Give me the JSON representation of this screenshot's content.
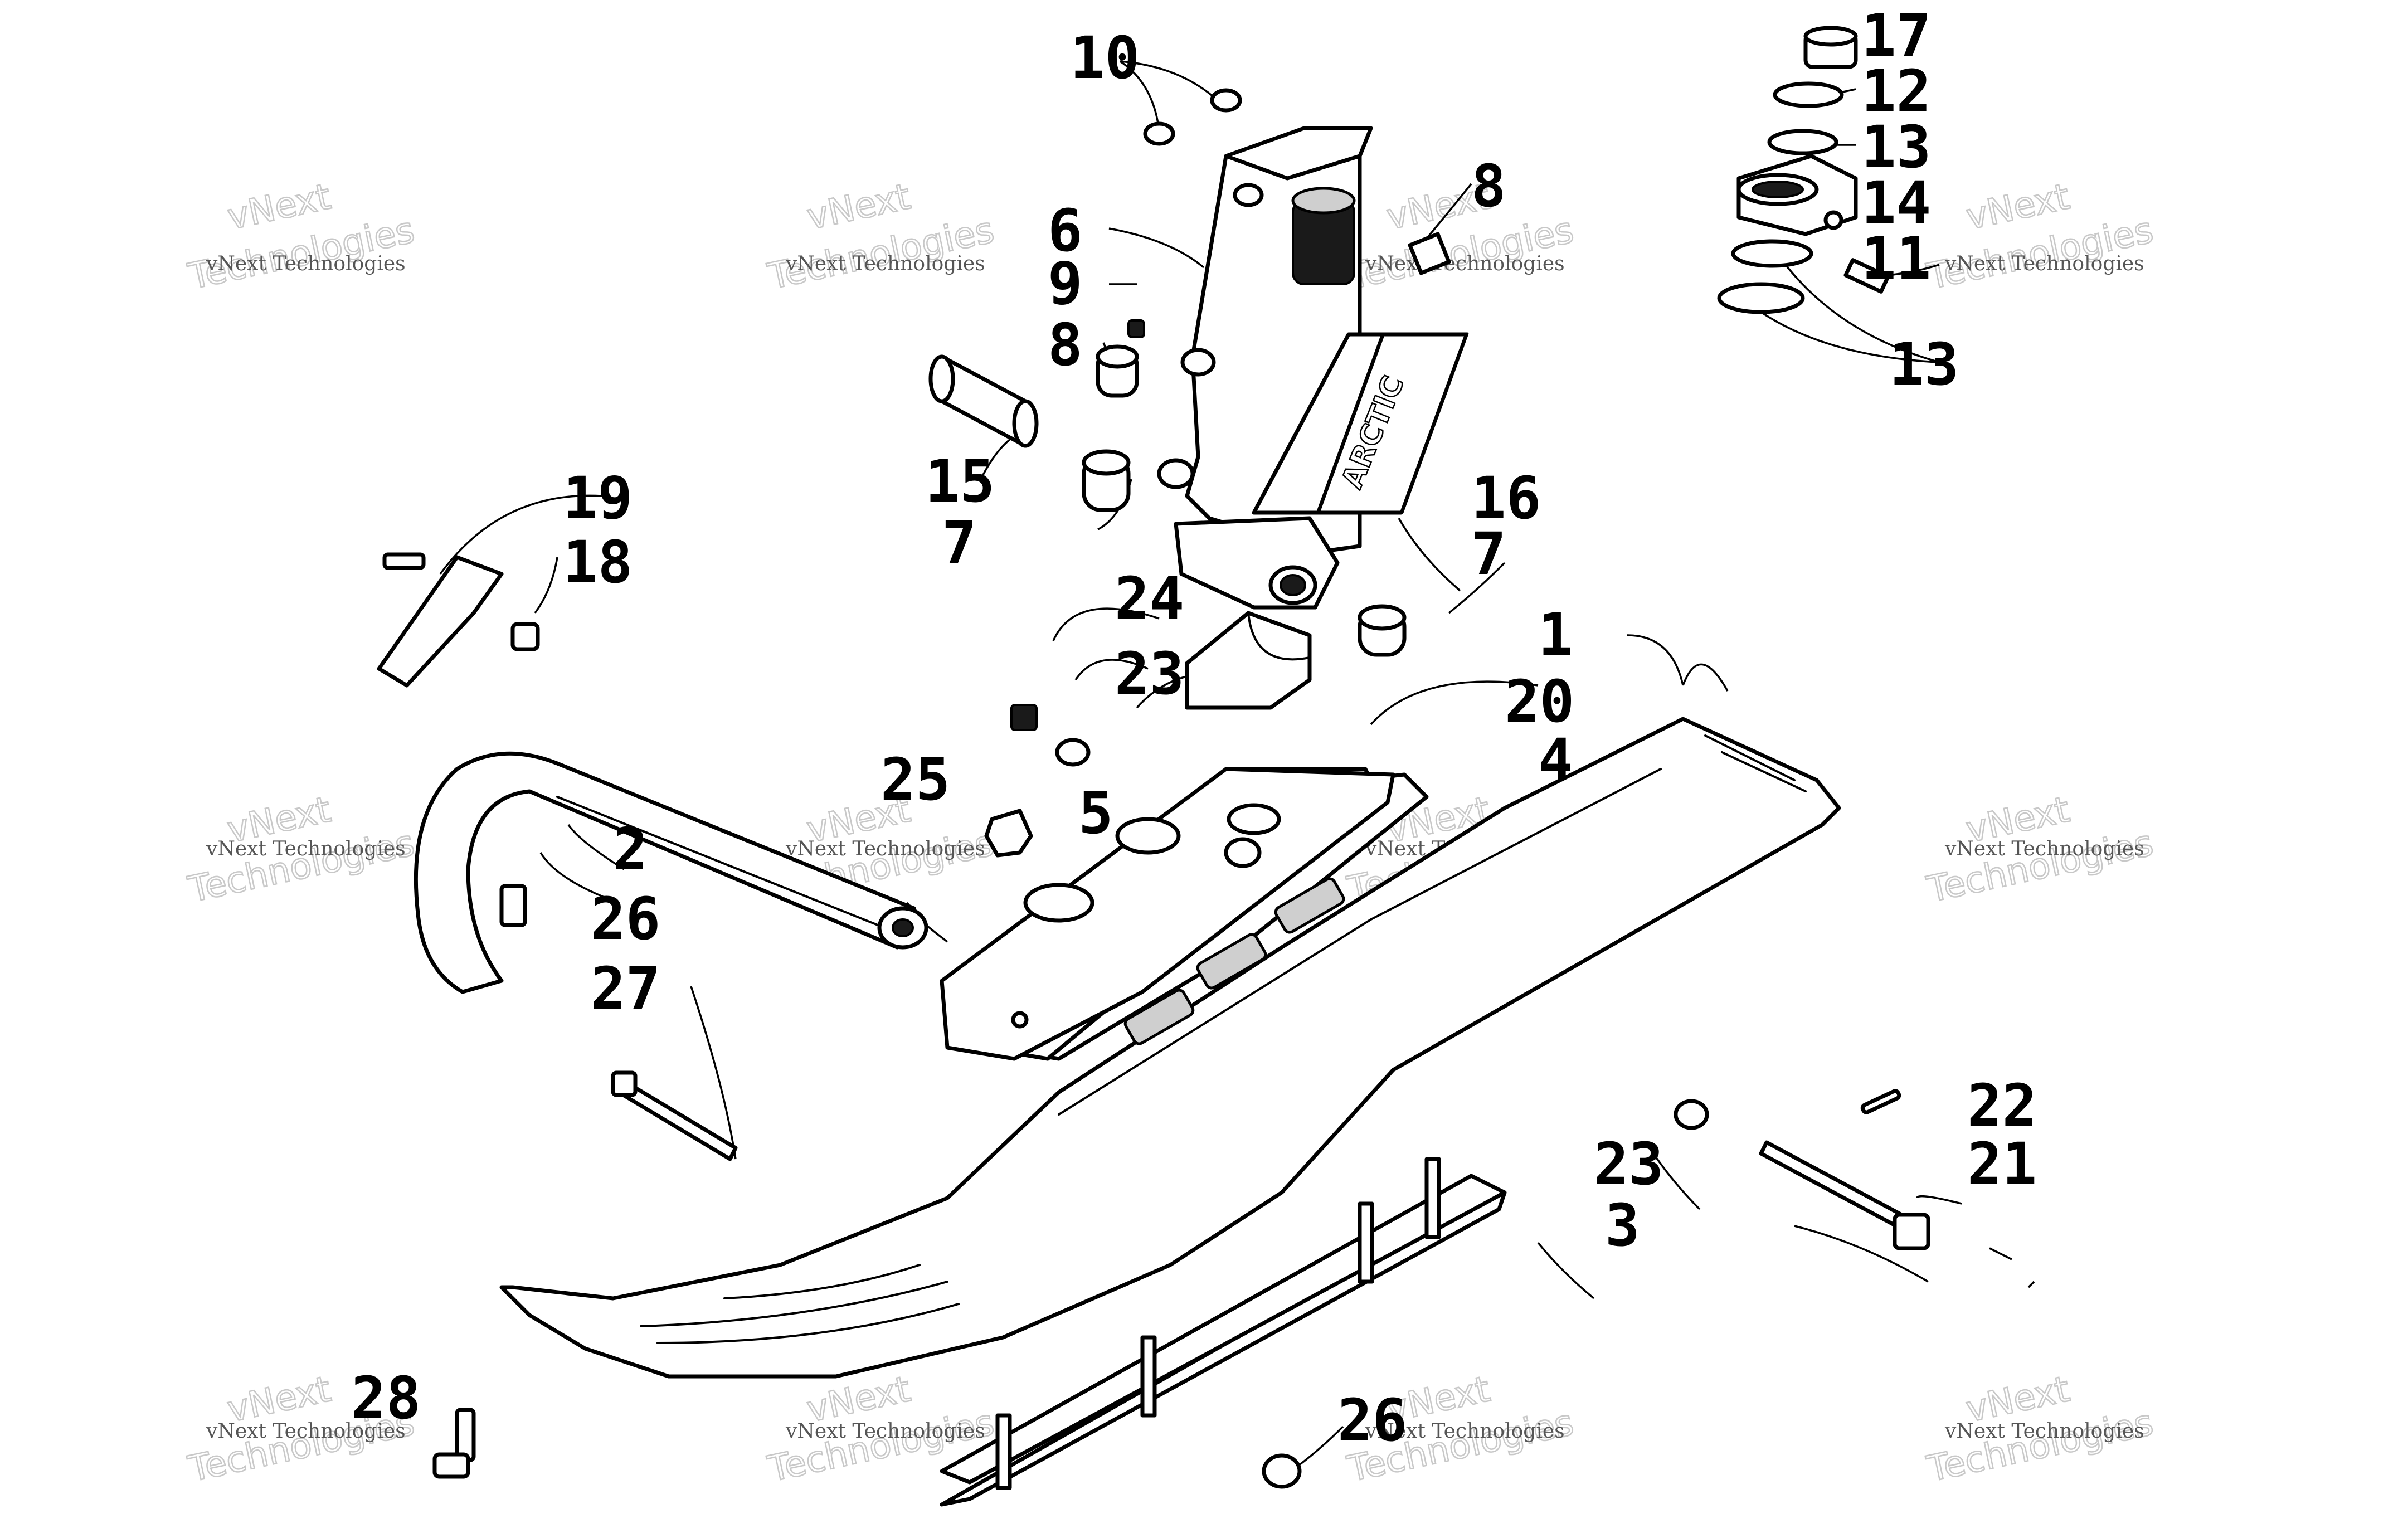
{
  "diagram": {
    "callouts": [
      "10",
      "17",
      "12",
      "13",
      "8",
      "14",
      "6",
      "11",
      "9",
      "13",
      "8",
      "19",
      "18",
      "15",
      "16",
      "7",
      "7",
      "24",
      "1",
      "23",
      "20",
      "25",
      "4",
      "5",
      "2",
      "26",
      "27",
      "22",
      "23",
      "21",
      "3",
      "28",
      "26"
    ],
    "watermark": {
      "line1": "vNext",
      "line2": "Technologies",
      "caption": "vNext Technologies"
    },
    "decal_text": "ARCTIC"
  }
}
